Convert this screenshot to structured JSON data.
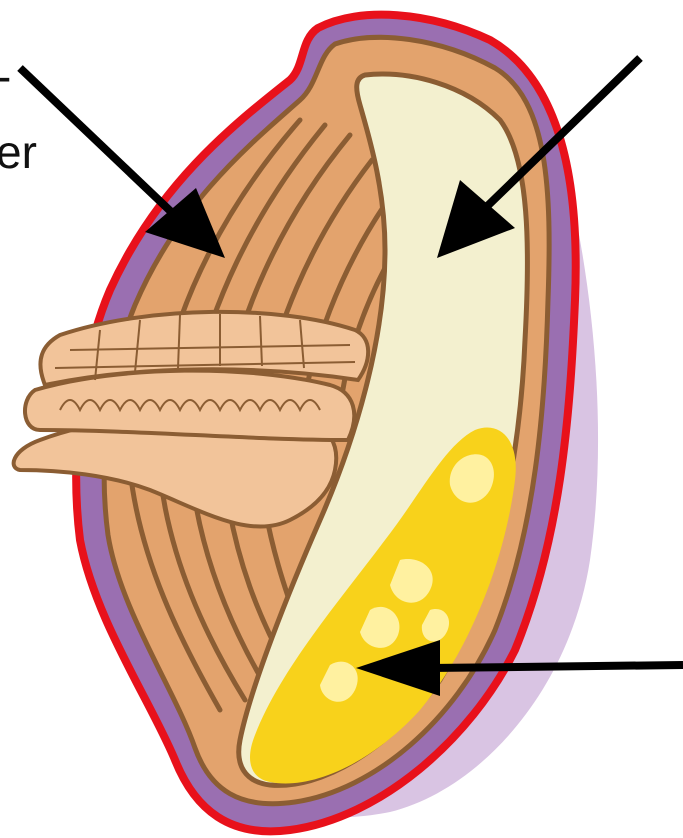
{
  "labels": {
    "top_left_line1": "-",
    "top_left_line2": "er"
  },
  "colors": {
    "background": "#ffffff",
    "outer_outline": "#e8111b",
    "outer_layer": "#9a6fb1",
    "shadow": "#d9c4e3",
    "fiber_fill": "#e3a36d",
    "fiber_lines": "#8b5d33",
    "endosperm_fill": "#f3f0cf",
    "gel_fill": "#f8d21b",
    "gel_highlight": "#fff1a0",
    "peeled_layer_fill": "#f2c49a",
    "arrow": "#000000"
  },
  "icons": {
    "arrows": [
      "arrow-upper-left",
      "arrow-upper-right",
      "arrow-lower-right"
    ]
  }
}
